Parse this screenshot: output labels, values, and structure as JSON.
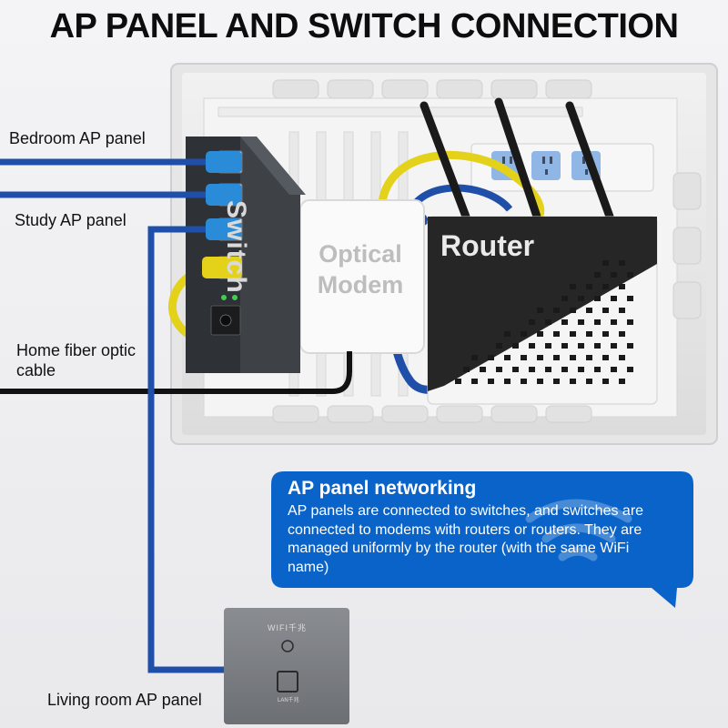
{
  "title": "AP PANEL AND SWITCH CONNECTION",
  "labels": {
    "bedroom": "Bedroom AP panel",
    "study": "Study AP panel",
    "fiber": "Home fiber optic cable",
    "living": "Living room AP panel"
  },
  "devices": {
    "switch": "Switch",
    "modem": "Optical Modem",
    "router": "Router",
    "ap_brand": "WIFI千兆",
    "ap_port": "LAN千兆"
  },
  "info_box": {
    "heading": "AP panel networking",
    "body": "AP panels are connected to switches, and switches are connected to modems with routers or routers. They are managed uniformly by the router (with the same WiFi name)"
  },
  "colors": {
    "cable_blue": "#1f4fa8",
    "cable_yellow": "#e4d21a",
    "cable_black": "#111111",
    "bubble_blue": "#0a63c9"
  }
}
